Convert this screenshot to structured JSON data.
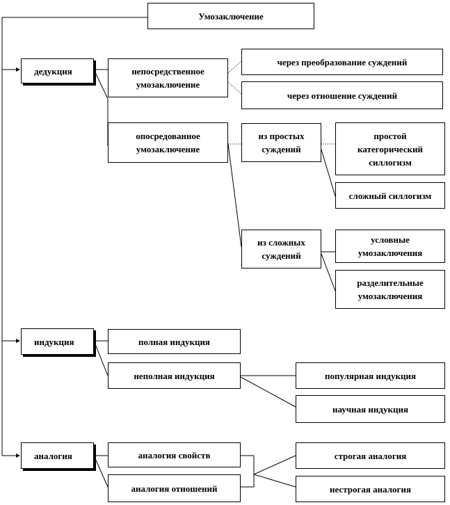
{
  "title": "Умозаключение",
  "deduction": {
    "label": "дедукция",
    "immediate": {
      "label": "непосредственное\nумозаключение",
      "items": [
        "через преобразование суждений",
        "через отношение суждений"
      ]
    },
    "mediated": {
      "label": "опосредованное\nумозаключение",
      "simple": {
        "label": "из простых\nсуждений",
        "items": [
          "простой\nкатегорический\nсиллогизм",
          "сложный силлогизм"
        ]
      },
      "complex": {
        "label": "из сложных\nсуждений",
        "items": [
          "условные\nумозаключения",
          "разделительные\nумозаключения"
        ]
      }
    }
  },
  "induction": {
    "label": "индукция",
    "complete": "полная индукция",
    "incomplete": {
      "label": "неполная индукция",
      "items": [
        "популярная индукция",
        "научная индукция"
      ]
    }
  },
  "analogy": {
    "label": "аналогия",
    "kinds": [
      "аналогия свойств",
      "аналогия отношений"
    ],
    "strictness": [
      "строгая аналогия",
      "нестрогая аналогия"
    ]
  }
}
